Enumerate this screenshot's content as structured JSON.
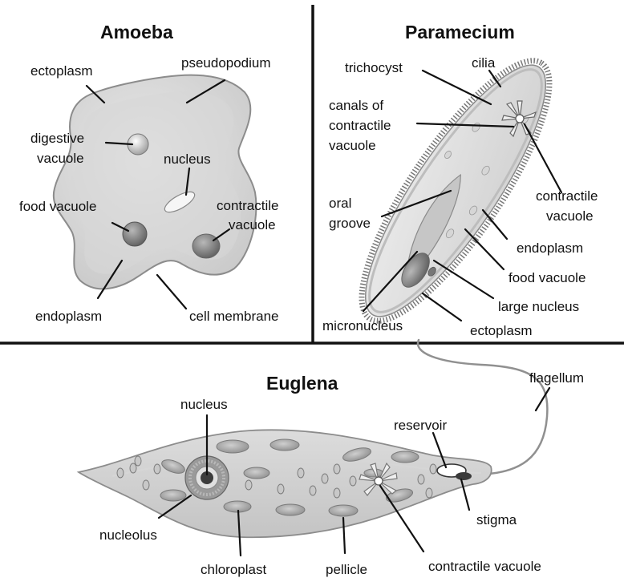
{
  "amoeba": {
    "title": "Amoeba",
    "labels": {
      "ectoplasm": "ectoplasm",
      "pseudopodium": "pseudopodium",
      "digestive_vacuole_1": "digestive",
      "digestive_vacuole_2": "vacuole",
      "nucleus": "nucleus",
      "food_vacuole": "food vacuole",
      "contractile_vacuole_1": "contractile",
      "contractile_vacuole_2": "vacuole",
      "endoplasm": "endoplasm",
      "cell_membrane": "cell membrane"
    }
  },
  "paramecium": {
    "title": "Paramecium",
    "labels": {
      "trichocyst": "trichocyst",
      "cilia": "cilia",
      "canals_1": "canals of",
      "canals_2": "contractile",
      "canals_3": "vacuole",
      "oral_groove_1": "oral",
      "oral_groove_2": "groove",
      "contractile_vacuole_1": "contractile",
      "contractile_vacuole_2": "vacuole",
      "endoplasm": "endoplasm",
      "food_vacuole": "food vacuole",
      "large_nucleus": "large nucleus",
      "micronucleus": "micronucleus",
      "ectoplasm": "ectoplasm"
    }
  },
  "euglena": {
    "title": "Euglena",
    "labels": {
      "nucleus": "nucleus",
      "flagellum": "flagellum",
      "reservoir": "reservoir",
      "stigma": "stigma",
      "nucleolus": "nucleolus",
      "chloroplast": "chloroplast",
      "pellicle": "pellicle",
      "contractile_vacuole": "contractile vacuole"
    }
  }
}
